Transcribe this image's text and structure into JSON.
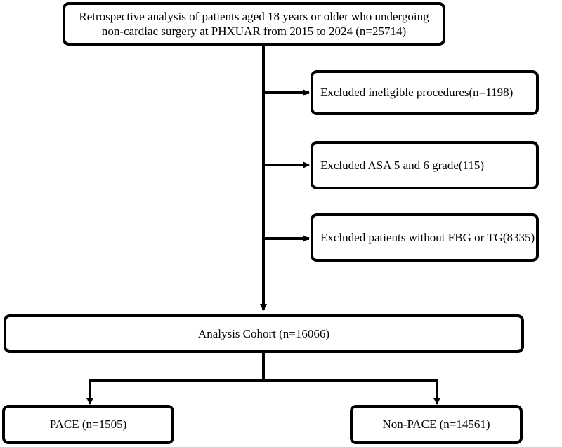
{
  "flowchart": {
    "start_box": {
      "line1": "Retrospective analysis of patients aged 18 years or older who  undergoing",
      "line2": "non-cardiac surgery at PHXUAR from 2015 to 2024 (n=25714)"
    },
    "exclusions": [
      {
        "label": "Excluded ineligible procedures(n=1198)"
      },
      {
        "label": "Excluded ASA 5 and 6 grade(115)"
      },
      {
        "label": "Excluded patients without FBG or TG(8335)"
      }
    ],
    "cohort_box": {
      "label": "Analysis Cohort (n=16066)"
    },
    "groups": [
      {
        "label": "PACE (n=1505)"
      },
      {
        "label": "Non-PACE (n=14561)"
      }
    ]
  }
}
